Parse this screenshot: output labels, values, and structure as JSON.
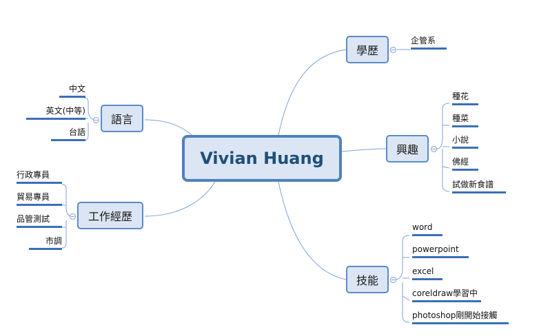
{
  "central": {
    "label": "Vivian Huang"
  },
  "branches": {
    "education": {
      "label": "學歷",
      "children": [
        "企管系"
      ]
    },
    "interests": {
      "label": "興趣",
      "children": [
        "種花",
        "種菜",
        "小說",
        "佛經",
        "試做新食譜"
      ]
    },
    "skills": {
      "label": "技能",
      "children": [
        "word",
        "powerpoint",
        "excel",
        "coreldraw學習中",
        "photoshop剛開始接觸"
      ]
    },
    "languages": {
      "label": "語言",
      "children": [
        "中文",
        "英文(中等)",
        "台語"
      ]
    },
    "work": {
      "label": "工作經歷",
      "children": [
        "行政專員",
        "貿易專員",
        "品管測試",
        "市調"
      ]
    }
  },
  "colors": {
    "line": "#7fa3d6",
    "accent": "#4f81bd",
    "topic_fill": "#dbe5f3",
    "underline": "#3a6fb8"
  }
}
